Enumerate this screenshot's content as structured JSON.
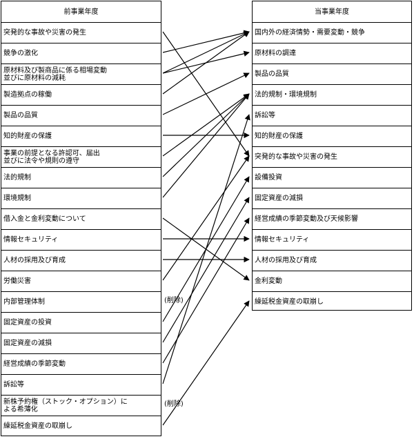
{
  "left": {
    "header": "前事業年度",
    "items": [
      [
        "突発的な事故や災害の発生"
      ],
      [
        "競争の激化"
      ],
      [
        "原材料及び製商品に係る相場変動",
        "並びに原材料の減耗"
      ],
      [
        "製造拠点の稼働"
      ],
      [
        "製品の品質"
      ],
      [
        "知的財産の保護"
      ],
      [
        "事業の前提となる許認可、届出",
        "並びに法令や規則の遵守"
      ],
      [
        "法的規制"
      ],
      [
        "環境規制"
      ],
      [
        "借入金と金利変動について"
      ],
      [
        "情報セキュリティ"
      ],
      [
        "人材の採用及び育成"
      ],
      [
        "労働災害"
      ],
      [
        "内部管理体制"
      ],
      [
        "固定資産の投資"
      ],
      [
        "固定資産の減損"
      ],
      [
        "経営成績の季節変動"
      ],
      [
        "訴訟等"
      ],
      [
        "新株予約権（ストック・オプション）に",
        "よる希薄化"
      ],
      [
        "繰延税金資産の取崩し"
      ]
    ]
  },
  "right": {
    "header": "当事業年度",
    "items": [
      "国内外の経済情勢・需要変動・競争",
      "原材料の調達",
      "製品の品質",
      "法的規制・環境規制",
      "訴訟等",
      "知的財産の保護",
      "突発的な事故や災害の発生",
      "設備投資",
      "固定資産の減損",
      "経営成績の季節変動及び天候影響",
      "情報セキュリティ",
      "人材の採用及び育成",
      "金利変動",
      "繰延税金資産の取崩し"
    ]
  },
  "deleted_note": "(削除)",
  "deleted_rows": [
    13,
    18
  ],
  "mappings": [
    [
      0,
      6
    ],
    [
      1,
      0
    ],
    [
      2,
      0
    ],
    [
      2,
      1
    ],
    [
      3,
      0
    ],
    [
      4,
      2
    ],
    [
      5,
      5
    ],
    [
      6,
      3
    ],
    [
      7,
      3
    ],
    [
      8,
      3
    ],
    [
      9,
      12
    ],
    [
      10,
      10
    ],
    [
      11,
      11
    ],
    [
      12,
      6
    ],
    [
      14,
      7
    ],
    [
      15,
      8
    ],
    [
      16,
      9
    ],
    [
      17,
      4
    ],
    [
      19,
      13
    ]
  ]
}
